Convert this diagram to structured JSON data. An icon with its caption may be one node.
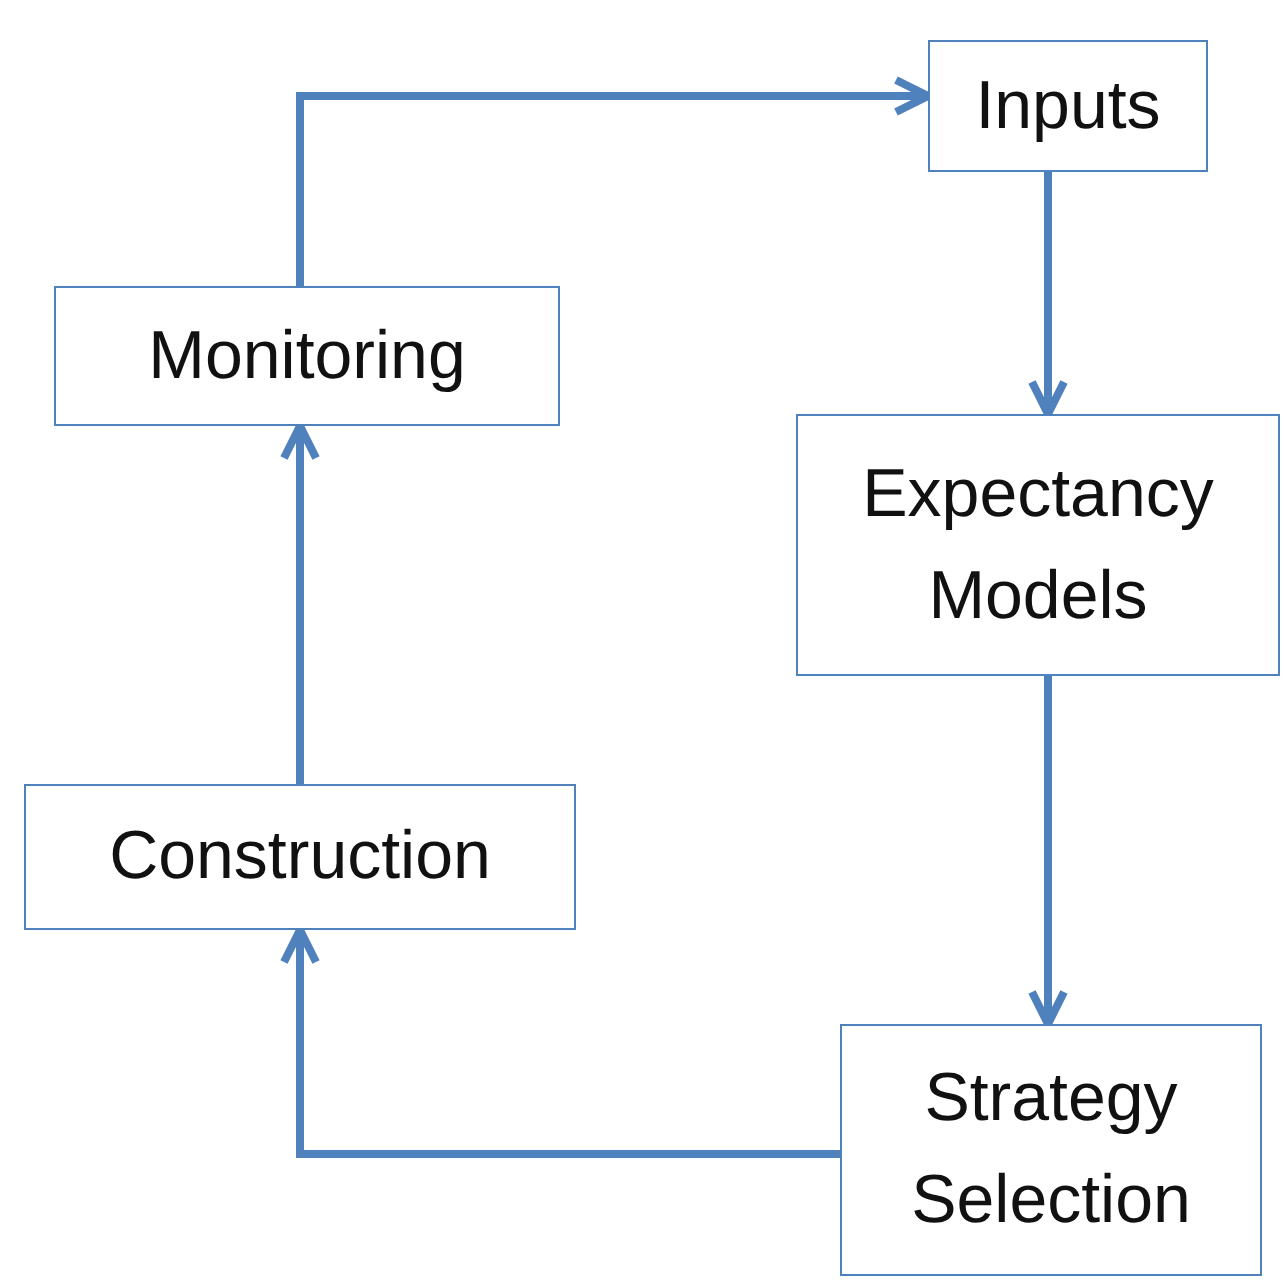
{
  "diagram": {
    "nodes": [
      {
        "text": [
          "Inputs"
        ]
      },
      {
        "text": [
          "Expectancy Models"
        ]
      },
      {
        "text": [
          "Strategy Selection"
        ]
      },
      {
        "text": [
          "Construction"
        ]
      },
      {
        "text": [
          "Monitoring"
        ]
      }
    ],
    "edges": [
      {
        "from": 4,
        "to": 0,
        "arrow": "to"
      },
      {
        "from": 0,
        "to": 1,
        "arrow": "to"
      },
      {
        "from": 1,
        "to": 2,
        "arrow": "to"
      },
      {
        "from": 2,
        "to": 3,
        "arrow": "to"
      },
      {
        "from": 3,
        "to": 4,
        "arrow": "to"
      }
    ]
  }
}
